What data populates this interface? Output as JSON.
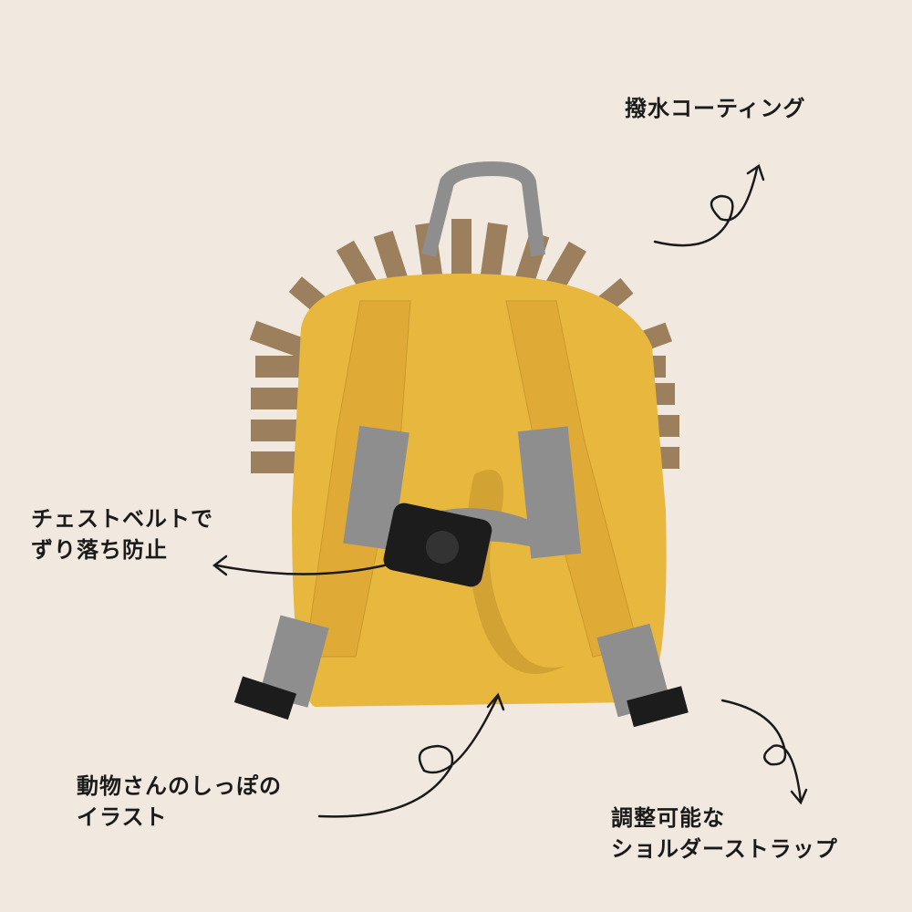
{
  "background_color": "#f1e9df",
  "product_color": "#e8b73e",
  "annotations": {
    "water_repellent": "撥水コーティング",
    "chest_belt": [
      "チェストベルトで",
      "ずり落ち防止"
    ],
    "tail_illustration": [
      "動物さんのしっぽの",
      "イラスト"
    ],
    "adjustable_strap": [
      "調整可能な",
      "ショルダーストラップ"
    ]
  }
}
